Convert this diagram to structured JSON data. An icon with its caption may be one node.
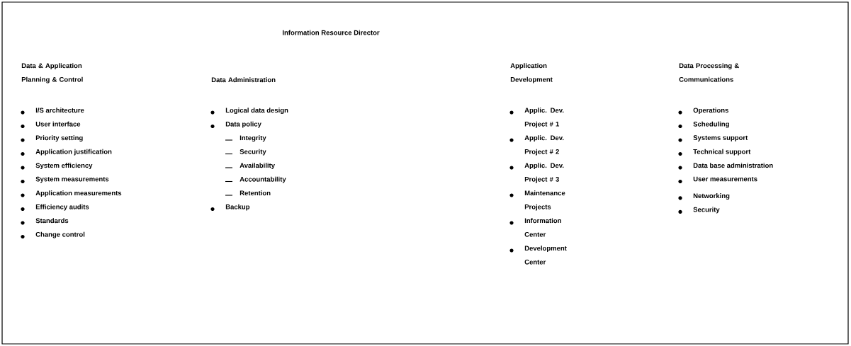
{
  "diagram": {
    "title": "Information Resource Director",
    "labels": [
      "Data & Application Planning & Control",
      "I/S architecture",
      "User interface",
      "Priority setting",
      "Application justification",
      "System efficiency",
      "System measurements",
      "Application measurements",
      "Efficiency audits",
      "Standards",
      "Change control",
      "Data Administration",
      "Logical data design",
      "Data policy",
      "Integrity",
      "Security",
      "Availability",
      "Accountability",
      "Retention",
      "Backup",
      "Application Development",
      "Applic. Dev. Project # 1",
      "Applic. Dev. Project # 2",
      "Applic. Dev. Project # 3",
      "Maintenance Projects",
      "Information Center",
      "Development Center",
      "Data Processing & Communications",
      "Operations",
      "Scheduling",
      "Systems support",
      "Technical support",
      "Data base administration",
      "User measurements",
      "Networking",
      "Security"
    ]
  }
}
